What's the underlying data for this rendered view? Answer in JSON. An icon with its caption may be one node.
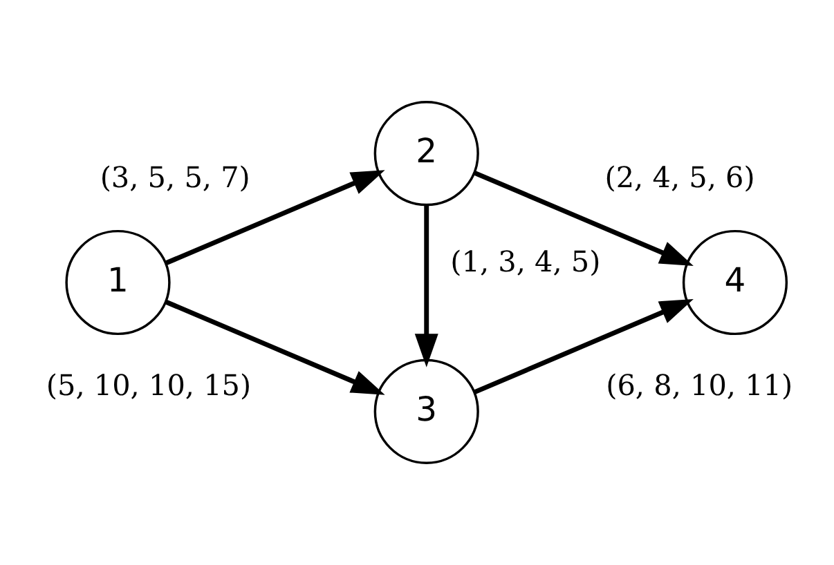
{
  "diagram": {
    "nodes": [
      {
        "text": [
          "1"
        ]
      },
      {
        "text": [
          "2"
        ]
      },
      {
        "text": [
          "3"
        ]
      },
      {
        "text": [
          "4"
        ]
      }
    ],
    "edges": [
      {
        "from": 0,
        "to": 1,
        "arrow": "to",
        "label": "(3, 5, 5, 7)"
      },
      {
        "from": 1,
        "to": 3,
        "arrow": "to",
        "label": "(2, 4, 5, 6)"
      },
      {
        "from": 1,
        "to": 2,
        "arrow": "to",
        "label": "(1, 3, 4, 5)"
      },
      {
        "from": 0,
        "to": 2,
        "arrow": "to",
        "label": "(5, 10, 10, 15)"
      },
      {
        "from": 2,
        "to": 3,
        "arrow": "to",
        "label": "(6, 8, 10, 11)"
      }
    ]
  }
}
